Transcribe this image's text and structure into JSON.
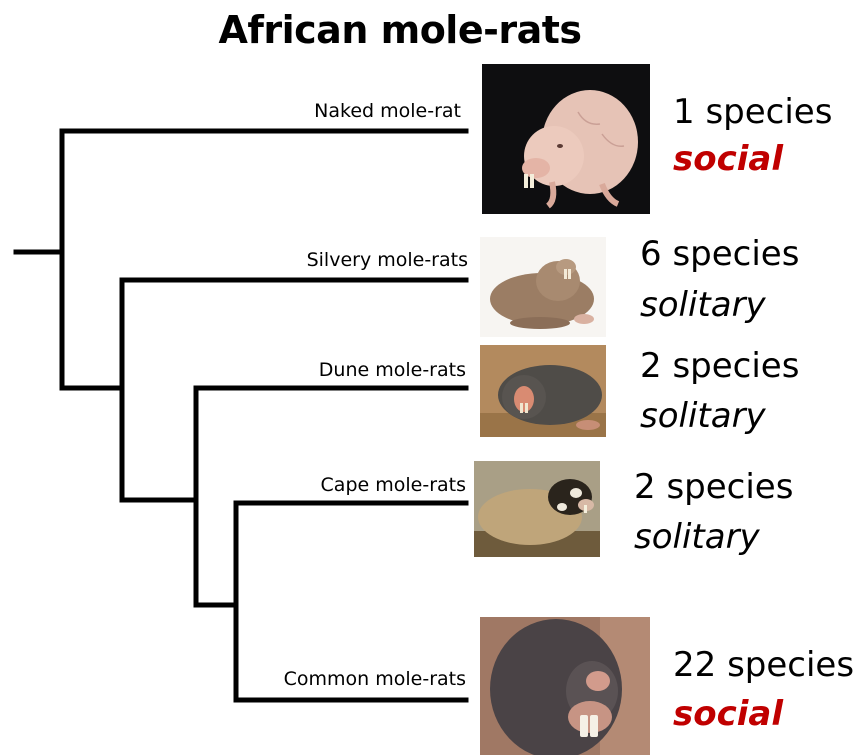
{
  "title": "African mole-rats",
  "colors": {
    "social": "#c00000",
    "solitary": "#000000",
    "branch": "#000000"
  },
  "clades": [
    {
      "label": "Naked mole-rat",
      "count": "1 species",
      "behavior": "social",
      "image": "naked-mole-rat-photo"
    },
    {
      "label": "Silvery mole-rats",
      "count": "6 species",
      "behavior": "solitary",
      "image": "silvery-mole-rat-photo"
    },
    {
      "label": "Dune mole-rats",
      "count": "2 species",
      "behavior": "solitary",
      "image": "dune-mole-rat-photo"
    },
    {
      "label": "Cape mole-rats",
      "count": "2 species",
      "behavior": "solitary",
      "image": "cape-mole-rat-photo"
    },
    {
      "label": "Common mole-rats",
      "count": "22 species",
      "behavior": "social",
      "image": "common-mole-rat-photo"
    }
  ]
}
